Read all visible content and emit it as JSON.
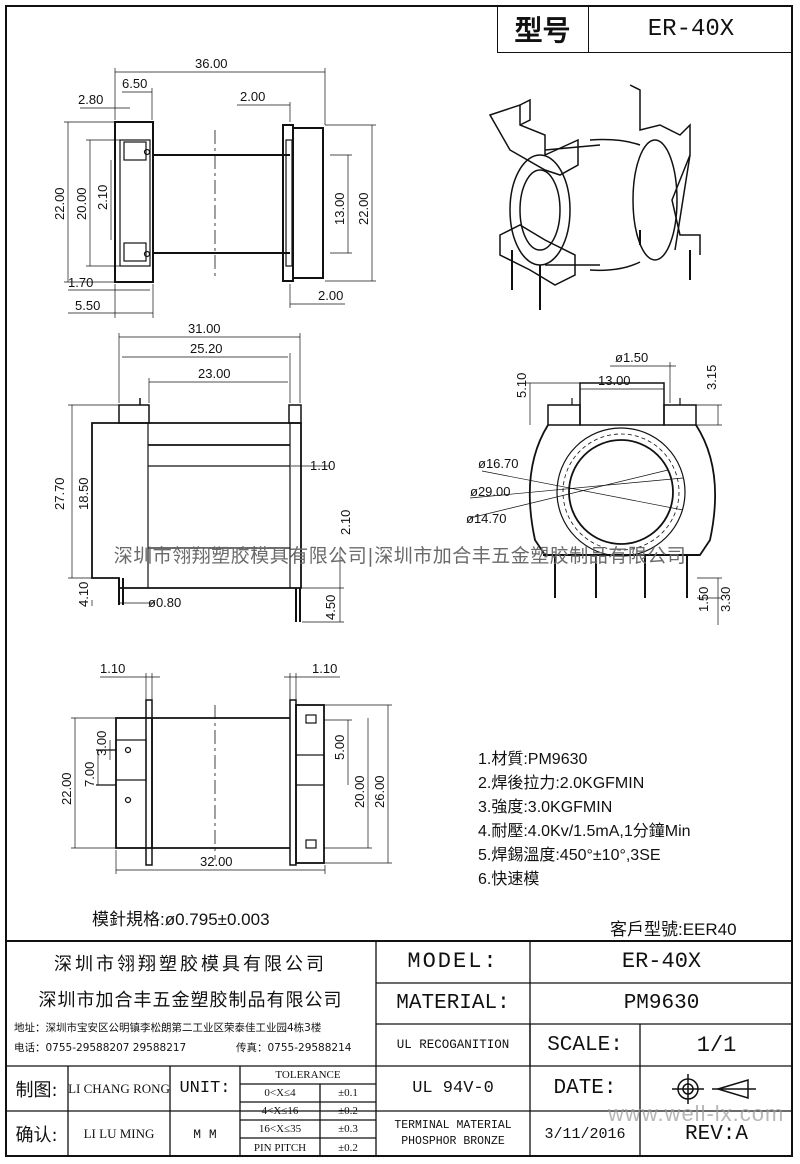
{
  "header": {
    "label": "型号",
    "model": "ER-40X"
  },
  "dims_top_view": {
    "d1": "36.00",
    "d2": "6.50",
    "d3": "2.80",
    "d4": "2.00",
    "d5": "22.00",
    "d6": "20.00",
    "d7": "2.10",
    "d8": "13.00",
    "d9": "22.00",
    "d10": "1.70",
    "d11": "5.50",
    "d12": "2.00"
  },
  "dims_side_view": {
    "d1": "31.00",
    "d2": "25.20",
    "d3": "23.00",
    "d4": "1.10",
    "d5": "27.70",
    "d6": "18.50",
    "d7": "2.10",
    "d8": "4.10",
    "d9": "ø0.80",
    "d10": "4.50"
  },
  "dims_end_view": {
    "d1": "ø1.50",
    "d2": "5.10",
    "d3": "13.00",
    "d4": "3.15",
    "d5": "ø16.70",
    "d6": "ø29.00",
    "d7": "ø14.70",
    "d8": "1.50",
    "d9": "3.30"
  },
  "dims_bottom_view": {
    "d1": "1.10",
    "d2": "1.10",
    "d3": "3.00",
    "d4": "7.00",
    "d5": "22.00",
    "d6": "5.00",
    "d7": "20.00",
    "d8": "26.00",
    "d9": "32.00"
  },
  "notes": [
    "1.材質:PM9630",
    "2.焊後拉力:2.0KGFMIN",
    "3.強度:3.0KGFMIN",
    "4.耐壓:4.0Kv/1.5mA,1分鐘Min",
    "5.焊錫溫度:450°±10°,3SE",
    "6.快速模"
  ],
  "pin_spec": "模針規格:ø0.795±0.003",
  "customer_model": "客戶型號:EER40",
  "watermark": "深圳市翎翔塑胶模具有限公司|深圳市加合丰五金塑胶制品有限公司",
  "title_block": {
    "company1": "深圳市翎翔塑胶模具有限公司",
    "company2": "深圳市加合丰五金塑胶制品有限公司",
    "address": "地址：深圳市宝安区公明镇李松朗第二工业区荣泰佳工业园4栋3楼",
    "phone": "电话：0755-29588207 29588217",
    "fax": "传真：0755-29588214",
    "model_label": "MODEL:",
    "model_value": "ER-40X",
    "material_label": "MATERIAL:",
    "material_value": "PM9630",
    "ul_label": "UL RECOGANITION",
    "ul_value": "UL 94V-0",
    "scale_label": "SCALE:",
    "scale_value": "1/1",
    "date_label": "DATE:",
    "date_value": "3/11/2016",
    "terminal_line1": "TERMINAL MATERIAL",
    "terminal_line2": "PHOSPHOR  BRONZE",
    "rev": "REV:A",
    "drawn_label": "制图:",
    "drawn_by": "LI CHANG RONG",
    "check_label": "确认:",
    "checked_by": "LI LU MING",
    "unit_label": "UNIT:",
    "unit_value": "M M",
    "tolerance_title": "TOLERANCE",
    "tolerances": [
      {
        "range": "0<X≤4",
        "value": "±0.1"
      },
      {
        "range": "4<X≤16",
        "value": "±0.2"
      },
      {
        "range": "16<X≤35",
        "value": "±0.3"
      },
      {
        "range": "PIN PITCH",
        "value": "±0.2"
      }
    ]
  },
  "site_watermark": "www.well-lx.com"
}
